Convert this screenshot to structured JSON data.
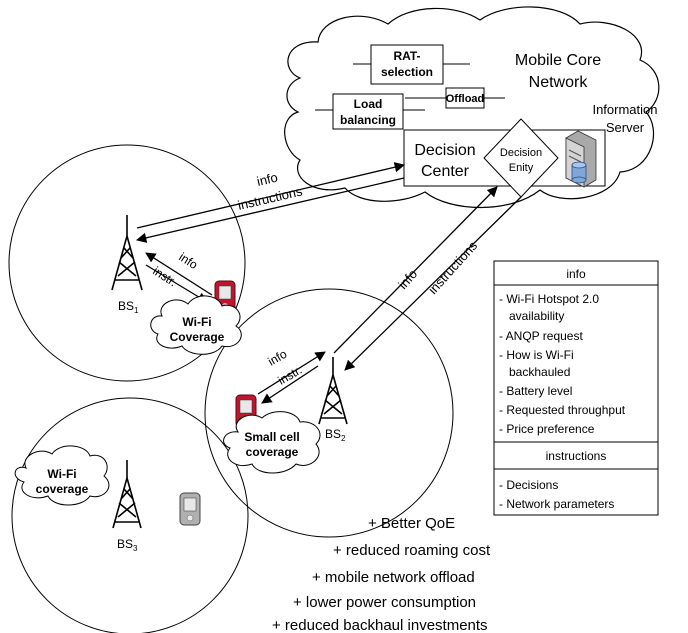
{
  "core": {
    "network_line1": "Mobile Core",
    "network_line2": "Network",
    "rat_line1": "RAT-",
    "rat_line2": "selection",
    "offload": "Offload",
    "load_line1": "Load",
    "load_line2": "balancing",
    "info_server_line1": "Information",
    "info_server_line2": "Server",
    "decision_center_line1": "Decision",
    "decision_center_line2": "Center",
    "decision_entity_line1": "Decision",
    "decision_entity_line2": "Enity"
  },
  "links": {
    "core_info": "info",
    "core_instructions": "instructions",
    "diag_info": "info",
    "diag_instructions": "instructions",
    "bs1_info": "info",
    "bs1_instr": "instr.",
    "bs2_info": "info",
    "bs2_instr": "instr."
  },
  "stations": {
    "bs1": "BS",
    "bs1_sub": "1",
    "bs2": "BS",
    "bs2_sub": "2",
    "bs3": "BS",
    "bs3_sub": "3"
  },
  "coverage": {
    "wifi1_line1": "Wi-Fi",
    "wifi1_line2": "Coverage",
    "small_line1": "Small cell",
    "small_line2": "coverage",
    "wifi3_line1": "Wi-Fi",
    "wifi3_line2": "coverage"
  },
  "legend": {
    "info_header": "info",
    "info_items": [
      "- Wi-Fi Hotspot 2.0",
      "availability",
      "- ANQP request",
      "- How is Wi-Fi",
      "backhauled",
      "- Battery level",
      "- Requested throughput",
      "- Price preference"
    ],
    "instructions_header": "instructions",
    "instructions_items": [
      "- Decisions",
      "- Network parameters"
    ]
  },
  "benefits": [
    "+ Better QoE",
    "+ reduced roaming cost",
    "+ mobile network offload",
    "+ lower power consumption",
    "+ reduced backhaul investments"
  ],
  "colors": {
    "phone_red": "#c0152f",
    "phone_gray": "#b0b0b0",
    "server_gray": "#c8c8c8",
    "db_blue": "#7fa7d8"
  }
}
